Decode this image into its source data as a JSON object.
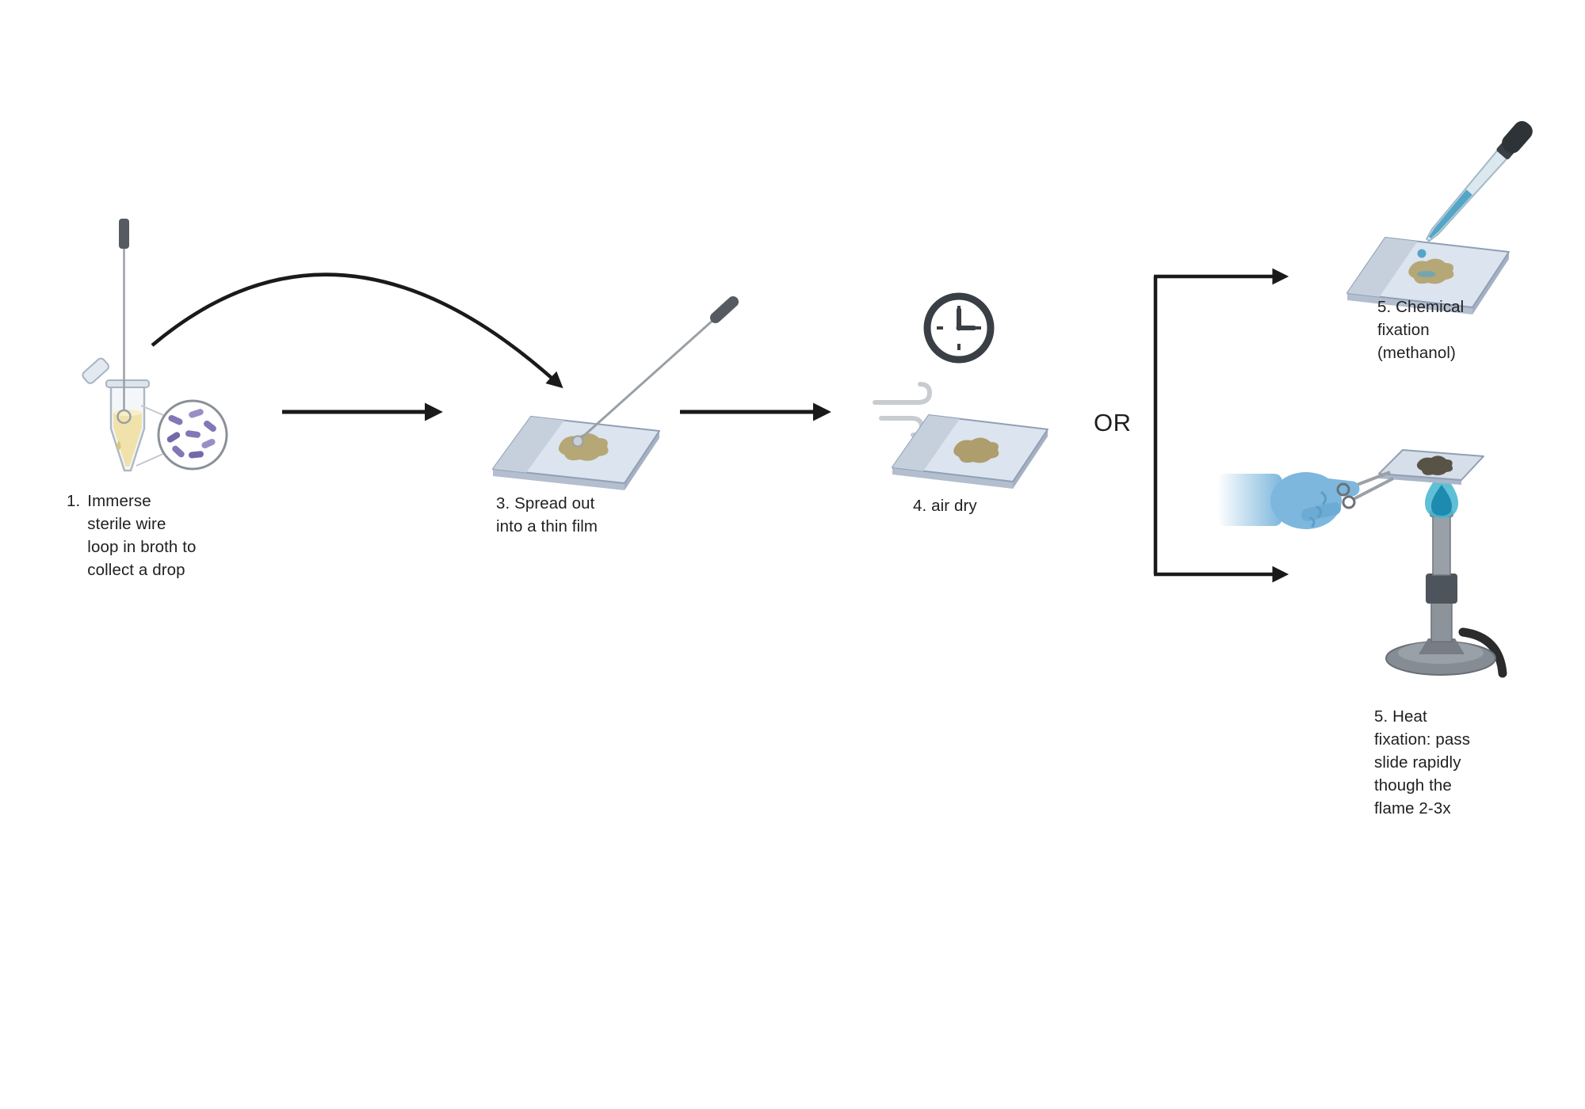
{
  "labels": {
    "step1_number": "1.",
    "step1_text": "Immerse\nsterile wire\nloop in broth to\ncollect a drop",
    "step3_text": "3. Spread out\ninto a thin film",
    "step4_text": "4. air dry",
    "or": "OR",
    "step5_chemical_text": "5. Chemical\nfixation\n(methanol)",
    "step5_heat_text": "5. Heat\nfixation: pass\nslide rapidly\nthough the\nflame 2-3x"
  },
  "icons": {
    "clock": "clock-icon",
    "wind": "wind-icon",
    "curved_arrow": "curved-arrow",
    "flow_arrows": [
      "arrow-step1-to-step3",
      "arrow-step3-to-step4"
    ],
    "branch_arrows": "or-branch-arrows",
    "inoculation_loop": "loop-wire-and-ring",
    "microcentrifuge_tube": "tube-body",
    "bacteria_magnifier": "bacteria-magnifier",
    "glass_slide": "slide-top-face",
    "dropper": "dropper",
    "bunsen_burner": "burner-barrel",
    "gloved_hand": "glove-fist",
    "forceps": "forceps-ring"
  },
  "colors": {
    "text": "#1f1f1f",
    "arrow": "#1a1a1a",
    "slide_top": "#dce4ef",
    "slide_frosted": "#c6d0dd",
    "smear": "#b2a26d",
    "dried_smear": "#ab9a66",
    "heat_smear": "#4a4435",
    "bacteria": "#8377b5",
    "broth": "#f1e2ab",
    "glove": "#7db7dd",
    "flame_outer": "#49b6d2",
    "flame_inner": "#1d8bb0",
    "methanol": "#53a6c8",
    "metal": "#9aa0a6",
    "handle": "#565b61"
  }
}
